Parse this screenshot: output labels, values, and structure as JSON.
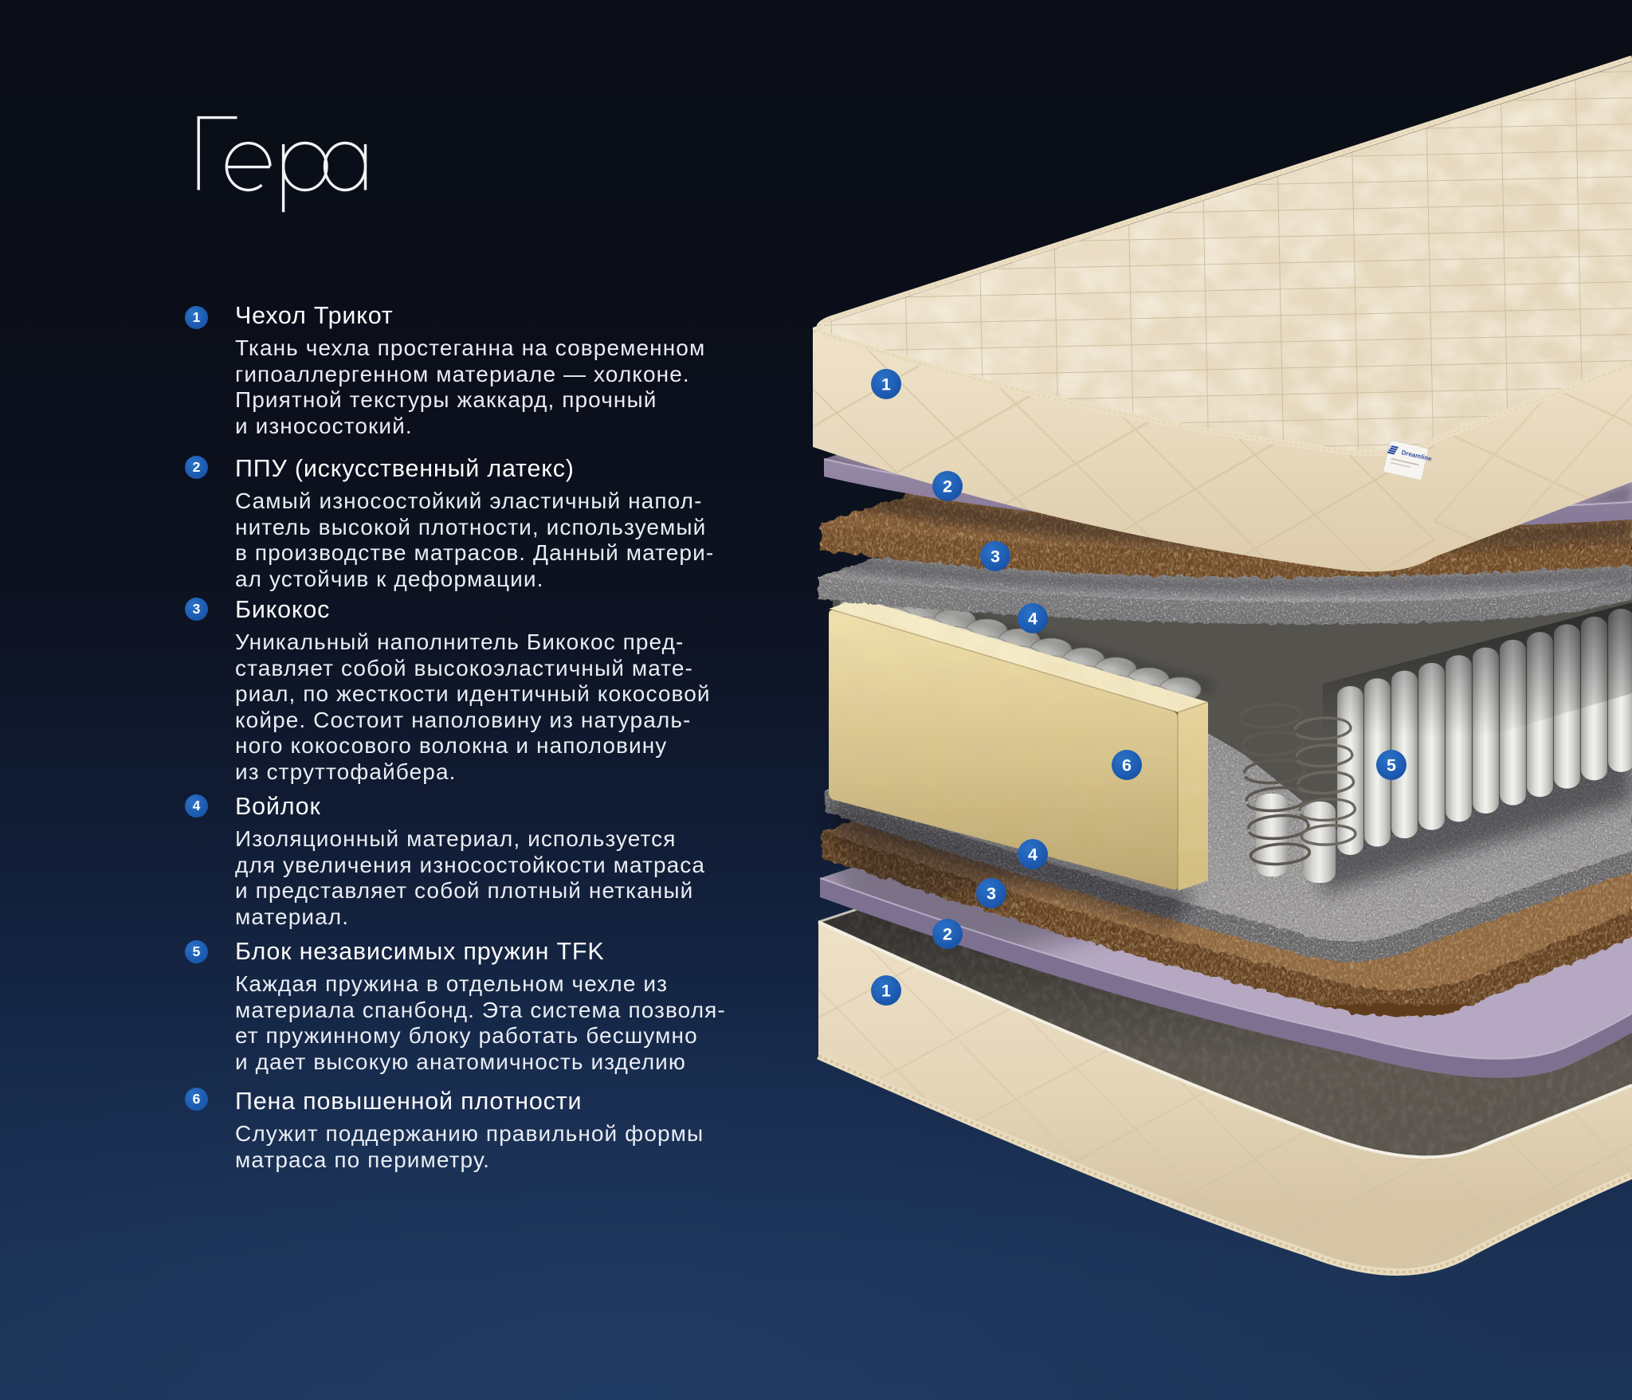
{
  "title": "Гера",
  "items": [
    {
      "num": "1",
      "heading": "Чехол Трикот",
      "body": "Ткань чехла простеганна на современном\nгипоаллергенном материале — холконе.\nПриятной текстуры жаккард, прочный\nи износостокий."
    },
    {
      "num": "2",
      "heading": "ППУ (искусственный латекс)",
      "body": "Самый износостойкий эластичный напол-\nнитель высокой плотности, используемый\nв производстве матрасов. Данный матери-\nал устойчив к деформации."
    },
    {
      "num": "3",
      "heading": "Бикокос",
      "body": "Уникальный наполнитель Бикокос пред-\nставляет собой высокоэластичный мате-\nриал, по жесткости идентичный кокосовой\nкойре. Состоит наполовину из натураль-\nного кокосового волокна и наполовину\nиз струттофайбера."
    },
    {
      "num": "4",
      "heading": "Войлок",
      "body": "Изоляционный материал, используется\nдля увеличения износостойкости матраса\nи представляет собой плотный нетканый\nматериал."
    },
    {
      "num": "5",
      "heading": "Блок независимых пружин TFK",
      "body": "Каждая пружина в отдельном чехле из\nматериала спанбонд. Эта система позволя-\nет пружинному блоку работать бесшумно\nи дает высокую анатомичность изделию"
    },
    {
      "num": "6",
      "heading": "Пена повышенной плотности",
      "body": "Служит поддержанию правильной формы\nматраса по периметру."
    }
  ],
  "illustration": {
    "tag_label": "Dreamline",
    "marker_numbers": [
      "1",
      "2",
      "3",
      "4",
      "6",
      "5",
      "4",
      "3",
      "2",
      "1"
    ]
  },
  "colors": {
    "background_top": "#0a0d15",
    "background_bottom": "#1c3457",
    "badge_blue": "#1d5cb2",
    "text": "#e9edf3",
    "cover_cream": "#e9dcc2",
    "foam_lavender": "#ab9db8",
    "bicocos_brown": "#8a5f36",
    "felt_grey": "#8f8e92",
    "spring_white": "#ededea",
    "foam_box_yellow": "#ead9a4"
  }
}
